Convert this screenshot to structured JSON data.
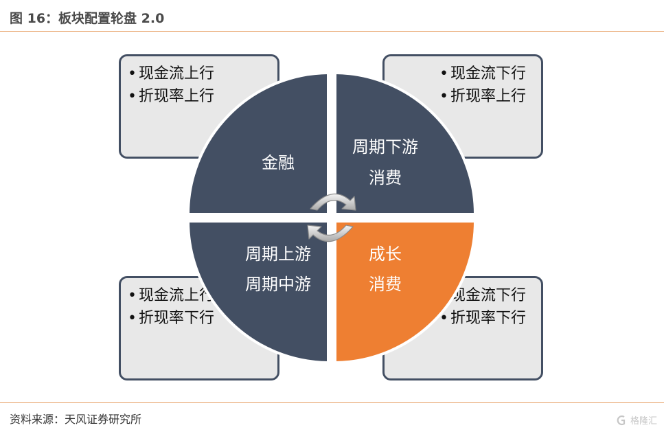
{
  "figure": {
    "title": "图 16：板块配置轮盘 2.0",
    "source": "资料来源：天风证券研究所",
    "watermark": "格隆汇"
  },
  "colors": {
    "quadrant_dark": "#434f63",
    "quadrant_accent": "#ee7f32",
    "box_fill": "#e8e8e8",
    "rule": "#e69a5c"
  },
  "boxes": {
    "top_left": [
      "现金流上行",
      "折现率上行"
    ],
    "top_right": [
      "现金流下行",
      "折现率上行"
    ],
    "bottom_left": [
      "现金流上行",
      "折现率下行"
    ],
    "bottom_right": [
      "现金流下行",
      "折现率下行"
    ]
  },
  "quadrants": {
    "top_left": [
      "金融"
    ],
    "top_right": [
      "周期下游",
      "消费"
    ],
    "bottom_left": [
      "周期上游",
      "周期中游"
    ],
    "bottom_right": [
      "成长",
      "消费"
    ]
  },
  "center_icon": "rotate-cycle-icon"
}
